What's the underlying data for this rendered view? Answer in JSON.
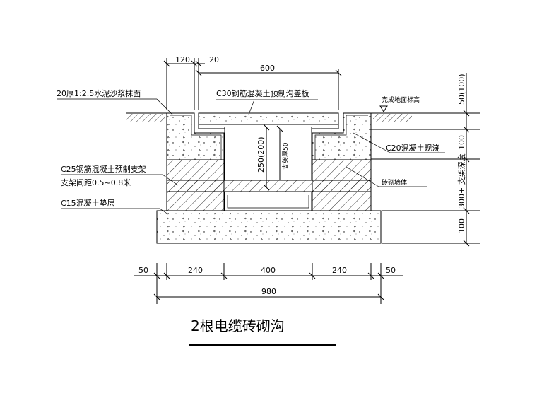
{
  "dims_top": {
    "d120": "120",
    "d20": "20",
    "d600": "600"
  },
  "dims_bottom": {
    "d50l": "50",
    "d240l": "240",
    "d400": "400",
    "d240r": "240",
    "d50r": "50",
    "d980": "980"
  },
  "dims_right": {
    "d50": "50(100)",
    "d100a": "100",
    "d300": "300+ 支架深度",
    "d100b": "100"
  },
  "dims_inner": {
    "d250": "250(200)",
    "d50v": "支架厚50"
  },
  "labels": {
    "plaster": "20厚1:2.5水泥沙浆抹面",
    "cover": "C30钢筋混凝土预制沟盖板",
    "ground": "完成地面标高",
    "c20": "C20混凝土现浇",
    "bracket1": "C25钢筋混凝土预制支架",
    "bracket2": "支架间距0.5~0.8米",
    "brick": "砖砌墙体",
    "c15": "C15混凝土垫层"
  },
  "title": "2根电缆砖砌沟"
}
